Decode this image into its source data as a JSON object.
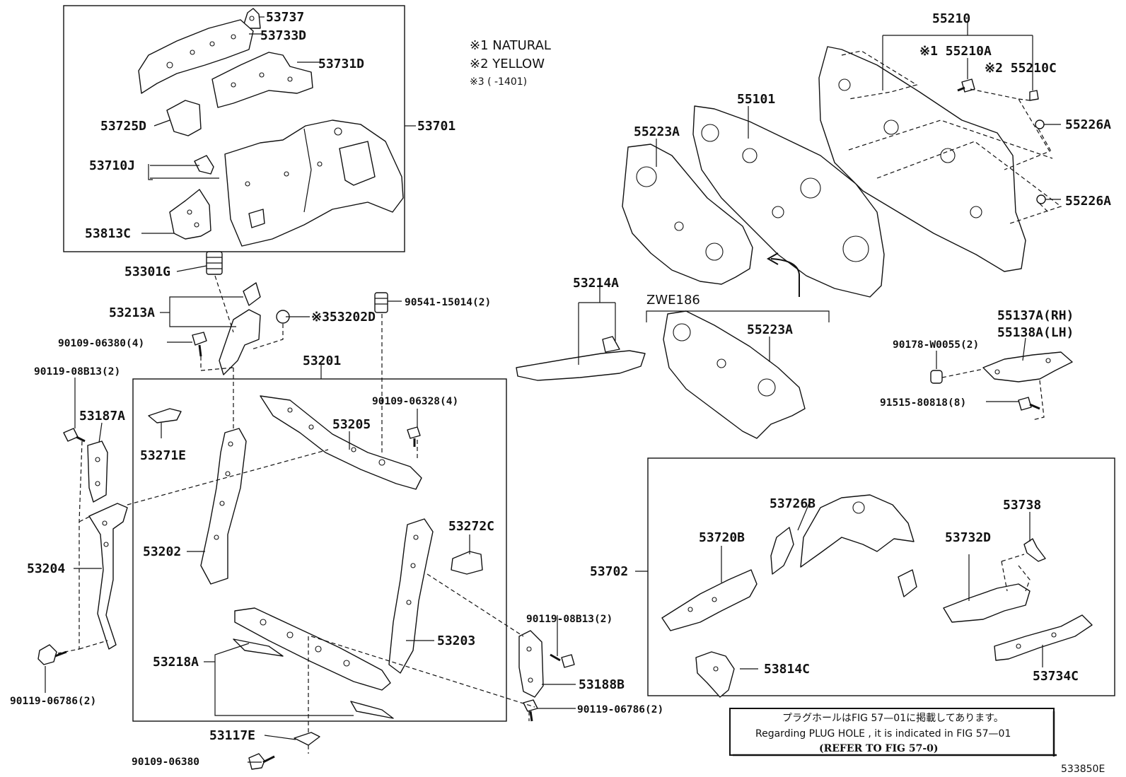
{
  "notes": {
    "n1": "※1 NATURAL",
    "n2": "※2 YELLOW",
    "n3": "※3 (      -1401)"
  },
  "group_labels": {
    "g53701": "53701",
    "g53201": "53201",
    "g53702": "53702",
    "g55210": "55210",
    "zwe": "ZWE186"
  },
  "labels": {
    "p53737": "53737",
    "p53733d": "53733D",
    "p53731d": "53731D",
    "p53725d": "53725D",
    "p53710j": "53710J",
    "p53813c": "53813C",
    "p53301g": "53301G",
    "p53213a": "53213A",
    "p53202d": "※353202D",
    "p90541": "90541-15014(2)",
    "p90109_4": "90109-06380(4)",
    "p90119_08b13_l": "90119-08B13(2)",
    "p53187a": "53187A",
    "p53271e": "53271E",
    "p53205": "53205",
    "p90109_06328": "90109-06328(4)",
    "p53202": "53202",
    "p53204": "53204",
    "p53272c": "53272C",
    "p53203": "53203",
    "p53218a": "53218A",
    "p90119_06786_l": "90119-06786(2)",
    "p90119_08b13_r": "90119-08B13(2)",
    "p53188b": "53188B",
    "p90119_06786_r": "90119-06786(2)",
    "p53117e": "53117E",
    "p90109_06380": "90109-06380",
    "p55210a": "※1 55210A",
    "p55210c": "※2 55210C",
    "p55226a_1": "55226A",
    "p55226a_2": "55226A",
    "p55101": "55101",
    "p55223a_1": "55223A",
    "p55223a_2": "55223A",
    "p53214a": "53214A",
    "p55137a": "55137A(RH)",
    "p55138a": "55138A(LH)",
    "p90178": "90178-W0055(2)",
    "p91515": "91515-80818(8)",
    "p53726b": "53726B",
    "p53738": "53738",
    "p53720b": "53720B",
    "p53732d": "53732D",
    "p53814c": "53814C",
    "p53734c": "53734C"
  },
  "reference_note": {
    "line1": "プラグホールはFIG 57—01に掲載してあります。",
    "line2": "Regarding  PLUG  HOLE , it is indicated in  FIG  57—01",
    "line3": "(REFER TO FIG 57-0)"
  },
  "figure_code": "533850E"
}
